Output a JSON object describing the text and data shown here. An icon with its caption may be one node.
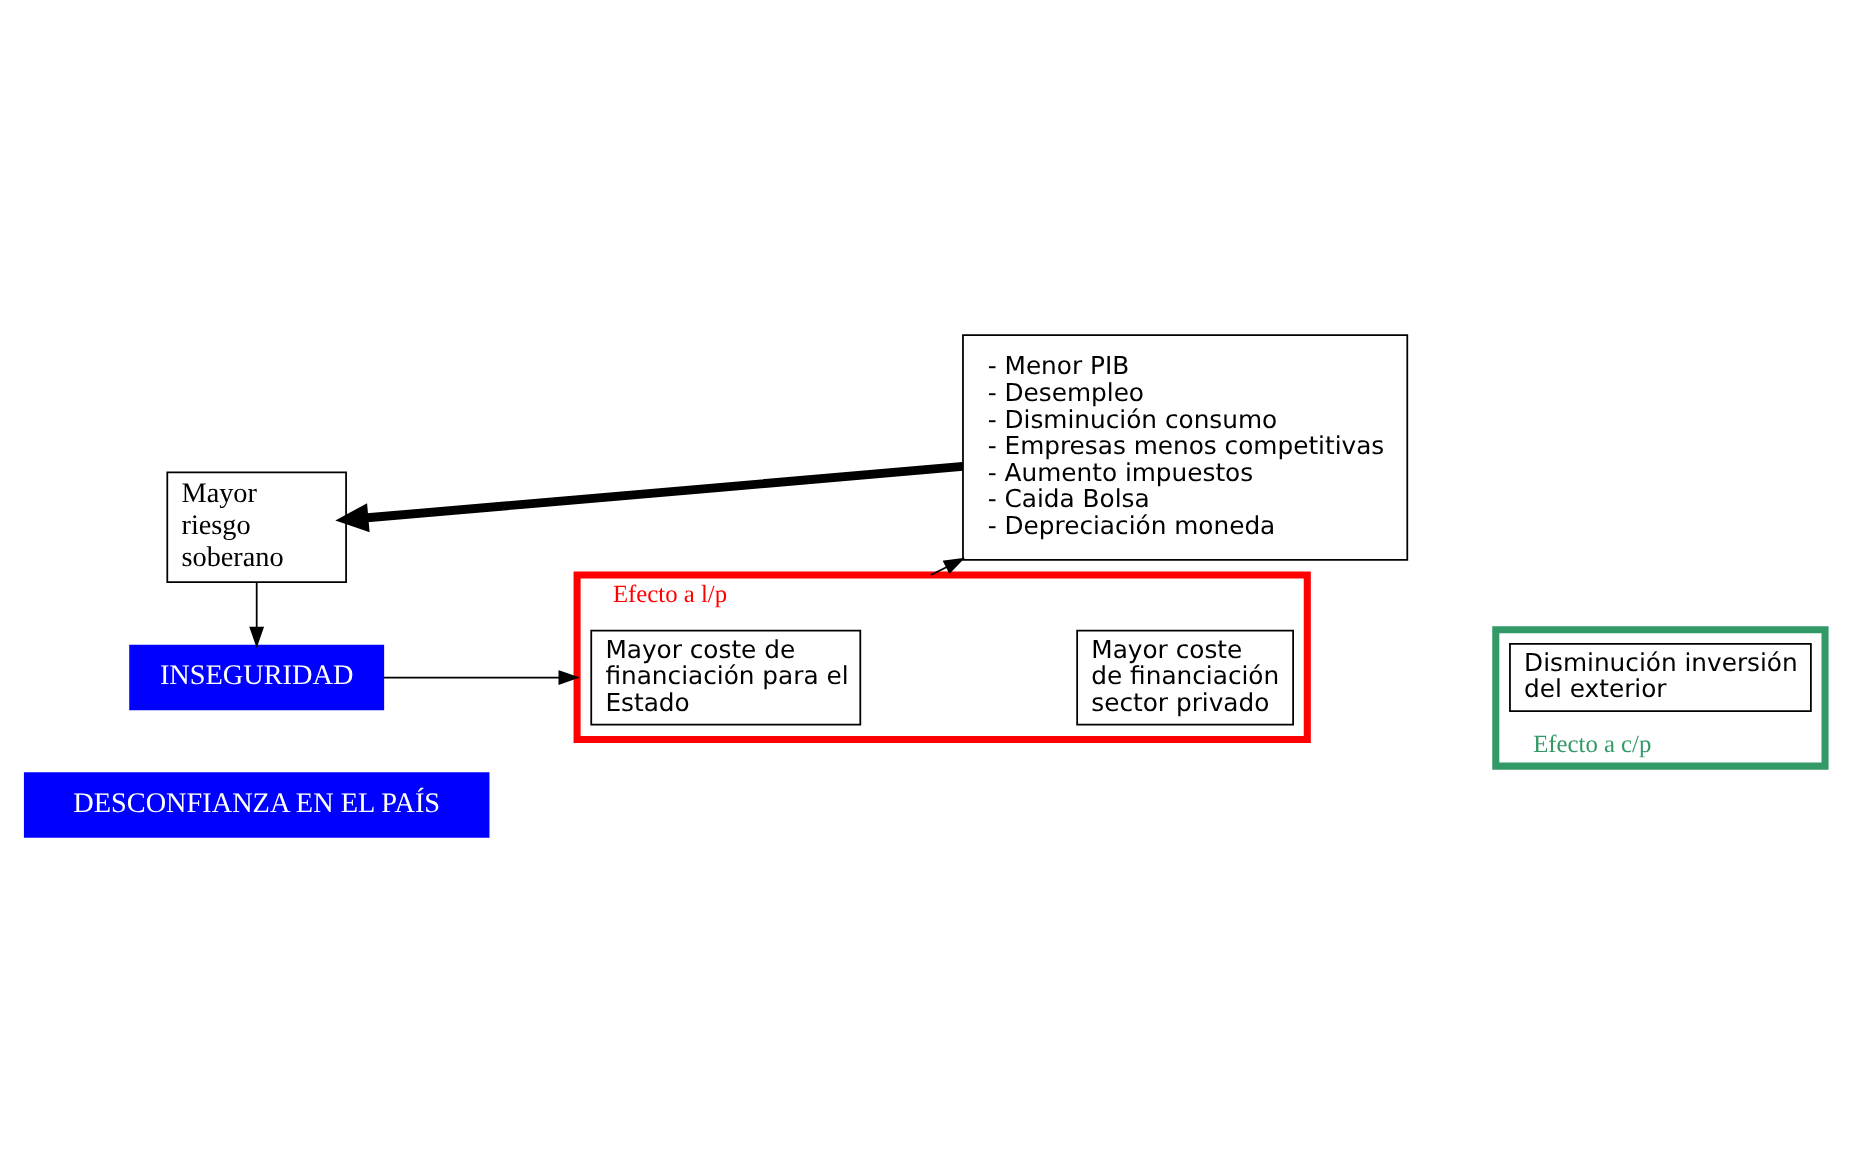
{
  "diagram": {
    "nodes": [
      {
        "text": [
          "Mayor riesgo soberano"
        ]
      },
      {
        "text": [
          "INSEGURIDAD"
        ]
      },
      {
        "text": [
          "DESCONFIANZA EN EL PAÍS"
        ]
      },
      {
        "text": [
          "Efecto a l/p"
        ]
      },
      {
        "text": [
          "Mayor coste de financiación para el Estado"
        ],
        "in": 3
      },
      {
        "text": [
          "Mayor coste de financiación sector privado"
        ],
        "in": 3
      },
      {
        "text": [
          "Efecto a c/p"
        ]
      },
      {
        "text": [
          "Disminución inversión del exterior"
        ],
        "in": 6
      },
      {
        "text": [
          "- Menor PIB",
          "- Desempleo",
          "- Disminución consumo",
          "- Empresas menos competitivas",
          "- Aumento impuestos",
          "- Caida Bolsa",
          "- Depreciación moneda"
        ]
      }
    ],
    "edges": [
      {
        "from": 0,
        "to": 1,
        "arrow": "to"
      },
      {
        "from": 1,
        "to": 3,
        "arrow": "to"
      },
      {
        "from": 3,
        "to": 8,
        "arrow": "to"
      },
      {
        "from": 8,
        "to": 0,
        "arrow": "to",
        "style": "thick"
      }
    ]
  }
}
